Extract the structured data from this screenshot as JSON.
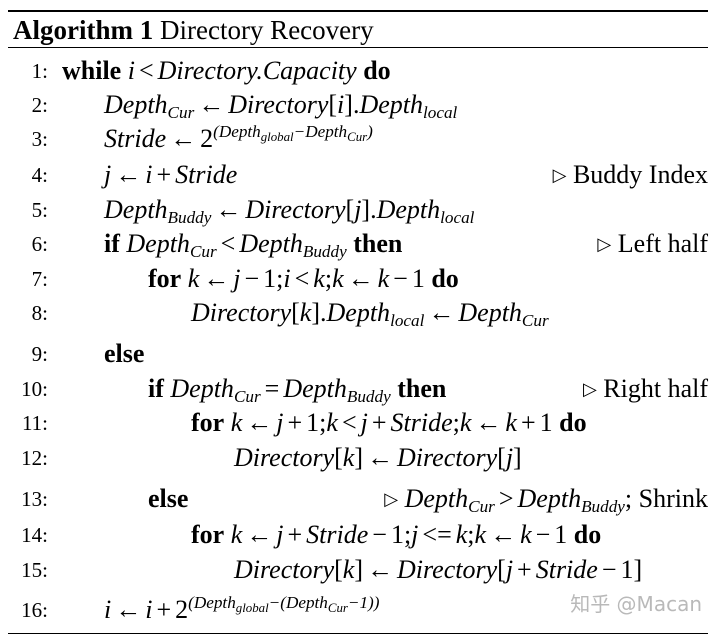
{
  "algorithm": {
    "label": "Algorithm 1",
    "title": "Directory Recovery"
  },
  "lines": [
    {
      "num": "1:",
      "kw1": "while",
      "expr": "i < Directory.Capacity",
      "kw2": "do"
    },
    {
      "num": "2:",
      "lhs": "DepthCur",
      "rhs": "Directory[i].Depthlocal"
    },
    {
      "num": "3:",
      "lhs": "Stride",
      "rhs": "2^(Depthglobal − DepthCur)"
    },
    {
      "num": "4:",
      "lhs": "j",
      "rhs": "i + Stride",
      "comment": "Buddy Index"
    },
    {
      "num": "5:",
      "lhs": "DepthBuddy",
      "rhs": "Directory[j].Depthlocal"
    },
    {
      "num": "6:",
      "kw1": "if",
      "expr": "DepthCur < DepthBuddy",
      "kw2": "then",
      "comment": "Left half"
    },
    {
      "num": "7:",
      "kw1": "for",
      "expr": "k ← j − 1; i < k; k ← k − 1",
      "kw2": "do"
    },
    {
      "num": "8:",
      "lhs": "Directory[k].Depthlocal",
      "rhs": "DepthCur"
    },
    {
      "num": "9:",
      "kw1": "else"
    },
    {
      "num": "10:",
      "kw1": "if",
      "expr": "DepthCur = DepthBuddy",
      "kw2": "then",
      "comment": "Right half"
    },
    {
      "num": "11:",
      "kw1": "for",
      "expr": "k ← j + 1; k < j + Stride; k ← k + 1",
      "kw2": "do"
    },
    {
      "num": "12:",
      "lhs": "Directory[k]",
      "rhs": "Directory[j]"
    },
    {
      "num": "13:",
      "kw1": "else",
      "comment_expr": "DepthCur > DepthBuddy",
      "comment": "; Shrink"
    },
    {
      "num": "14:",
      "kw1": "for",
      "expr": "k ← j + Stride − 1; j <= k; k ← k − 1",
      "kw2": "do"
    },
    {
      "num": "15:",
      "lhs": "Directory[k]",
      "rhs": "Directory[j + Stride − 1]"
    },
    {
      "num": "16:",
      "lhs": "i",
      "rhs": "i + 2^(Depthglobal − (DepthCur − 1))"
    }
  ],
  "watermark": "知乎 @Macan"
}
